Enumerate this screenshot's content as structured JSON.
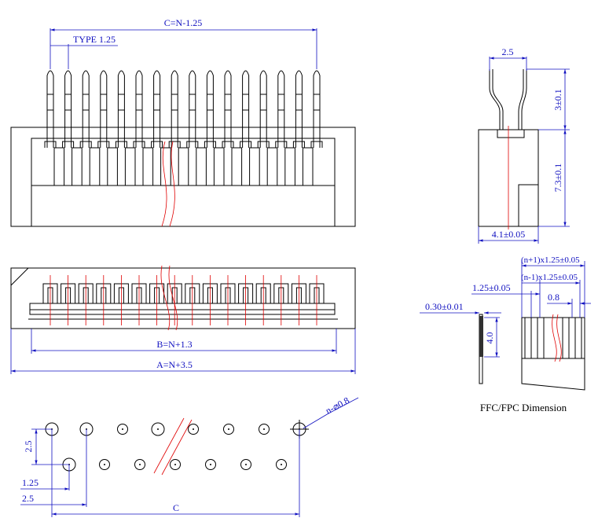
{
  "colors": {
    "outline": "#000000",
    "dimension": "#1010c0",
    "break_line": "#e00000",
    "background": "#ffffff"
  },
  "front_view": {
    "label_pitch_total": "C=N-1.25",
    "label_type": "TYPE 1.25"
  },
  "side_view": {
    "label_width_top": "2.5",
    "label_upper_height": "3±0.1",
    "label_lower_height": "7.3±0.1",
    "label_depth": "4.1±0.05"
  },
  "top_view": {
    "label_b": "B=N+1.3",
    "label_a": "A=N+3.5"
  },
  "footprint": {
    "label_hole": "n-⌀0.8",
    "label_row_gap": "2.5",
    "label_offset_125": "1.25",
    "label_offset_25": "2.5",
    "label_c": "C"
  },
  "ffc": {
    "label_n_plus": "(n+1)x1.25±0.05",
    "label_n_minus": "(n-1)x1.25±0.05",
    "label_pitch": "1.25±0.05",
    "label_contact_width": "0.8",
    "label_thickness": "0.30±0.01",
    "label_stiffener": "4.0",
    "caption": "FFC/FPC Dimension"
  }
}
